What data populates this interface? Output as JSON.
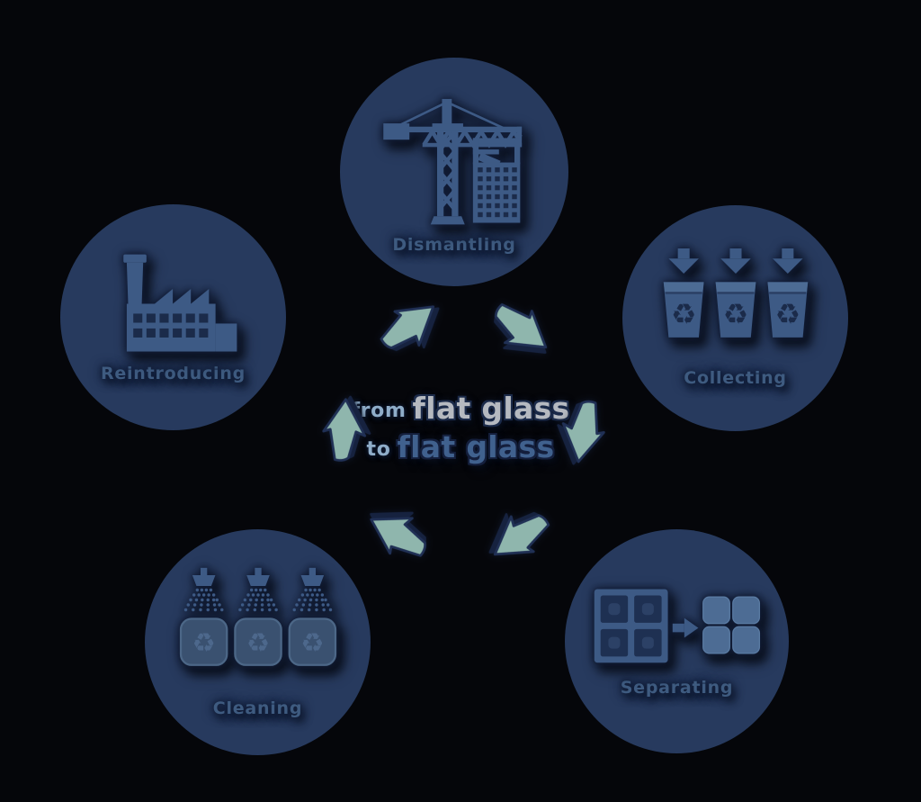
{
  "diagram": {
    "type": "cycle-infographic",
    "subject": "flat glass recycling",
    "center_title": {
      "from_word": "from",
      "from_subject": "flat glass",
      "to_word": "to",
      "to_subject": "flat glass"
    },
    "stages": [
      {
        "label": "Dismantling",
        "icon": "tower-crane-building-icon",
        "position": "top"
      },
      {
        "label": "Collecting",
        "icon": "recycling-bins-down-arrows-icon",
        "position": "upper-right"
      },
      {
        "label": "Separating",
        "icon": "window-frame-to-glass-panes-icon",
        "position": "lower-right"
      },
      {
        "label": "Cleaning",
        "icon": "spray-washing-recycling-crates-icon",
        "position": "lower-left"
      },
      {
        "label": "Reintroducing",
        "icon": "factory-icon",
        "position": "upper-left"
      }
    ],
    "flow": {
      "direction": "clockwise",
      "arrow_count": 6
    }
  },
  "icons": {
    "recycle_glyph": "♻"
  },
  "colors": {
    "background": "#05060a",
    "circle_fill": "#273a5e",
    "icon_fill": "#3d5a85",
    "icon_detail_dark": "#1b2b4a",
    "icon_glow": "#131f3a",
    "label_text": "#3e5b80",
    "arrow_fill": "#8fb6ad",
    "arrow_outline": "#203055",
    "title_silver": "#b5b9c0",
    "title_blue": "#40618e",
    "title_light_blue": "#8fadc9"
  }
}
